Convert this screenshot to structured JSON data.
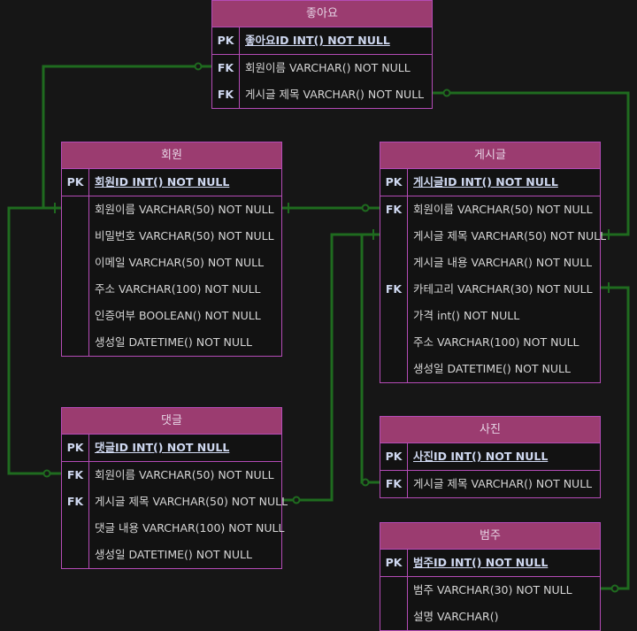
{
  "colors": {
    "link": "#1f6b1f",
    "border": "#b44bb6",
    "header": "#9b3c70"
  },
  "entities": {
    "like": {
      "title": "좋아요",
      "rows": [
        {
          "key": "PK",
          "text": "좋아요ID INT() NOT NULL"
        },
        {
          "key": "FK",
          "text": "회원이름 VARCHAR() NOT NULL"
        },
        {
          "key": "FK",
          "text": "게시글 제목 VARCHAR() NOT NULL"
        }
      ]
    },
    "member": {
      "title": "회원",
      "rows": [
        {
          "key": "PK",
          "text": "회원ID INT() NOT NULL"
        },
        {
          "key": "",
          "text": "회원이름 VARCHAR(50) NOT NULL"
        },
        {
          "key": "",
          "text": "비밀번호 VARCHAR(50) NOT NULL"
        },
        {
          "key": "",
          "text": "이메일 VARCHAR(50) NOT NULL"
        },
        {
          "key": "",
          "text": "주소 VARCHAR(100) NOT NULL"
        },
        {
          "key": "",
          "text": "인증여부 BOOLEAN() NOT NULL"
        },
        {
          "key": "",
          "text": "생성일 DATETIME() NOT NULL"
        }
      ]
    },
    "post": {
      "title": "게시글",
      "rows": [
        {
          "key": "PK",
          "text": "게시글ID INT() NOT NULL"
        },
        {
          "key": "FK",
          "text": "회원이름 VARCHAR(50) NOT NULL"
        },
        {
          "key": "",
          "text": "게시글 제목 VARCHAR(50) NOT NULL"
        },
        {
          "key": "",
          "text": "게시글 내용 VARCHAR() NOT NULL"
        },
        {
          "key": "FK",
          "text": "카테고리 VARCHAR(30) NOT NULL"
        },
        {
          "key": "",
          "text": "가격 int() NOT NULL"
        },
        {
          "key": "",
          "text": "주소 VARCHAR(100) NOT NULL"
        },
        {
          "key": "",
          "text": "생성일 DATETIME() NOT NULL"
        }
      ]
    },
    "comment": {
      "title": "댓글",
      "rows": [
        {
          "key": "PK",
          "text": "댓글ID INT() NOT NULL"
        },
        {
          "key": "FK",
          "text": "회원이름 VARCHAR(50) NOT NULL"
        },
        {
          "key": "FK",
          "text": "게시글 제목 VARCHAR(50) NOT NULL"
        },
        {
          "key": "",
          "text": "댓글 내용 VARCHAR(100) NOT NULL"
        },
        {
          "key": "",
          "text": "생성일 DATETIME() NOT NULL"
        }
      ]
    },
    "photo": {
      "title": "사진",
      "rows": [
        {
          "key": "PK",
          "text": "사진ID INT() NOT NULL"
        },
        {
          "key": "FK",
          "text": "게시글 제목 VARCHAR() NOT NULL"
        }
      ]
    },
    "category": {
      "title": "범주",
      "rows": [
        {
          "key": "PK",
          "text": "범주ID INT() NOT NULL"
        },
        {
          "key": "",
          "text": "범주 VARCHAR(30) NOT NULL"
        },
        {
          "key": "",
          "text": "설명 VARCHAR()"
        }
      ]
    }
  }
}
